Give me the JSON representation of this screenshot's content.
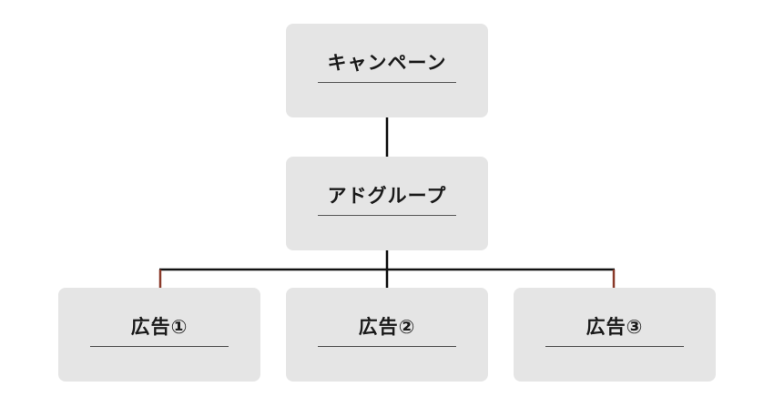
{
  "nodes": {
    "campaign": {
      "label": "キャンペーン"
    },
    "adgroup": {
      "label": "アドグループ"
    },
    "ads": [
      {
        "label": "広告①"
      },
      {
        "label": "広告②"
      },
      {
        "label": "広告③"
      }
    ]
  },
  "colors": {
    "node_fill": "#e5e5e5",
    "text": "#1a1a1a",
    "connector": "#111111",
    "connector_accent": "#8a3a2a"
  }
}
